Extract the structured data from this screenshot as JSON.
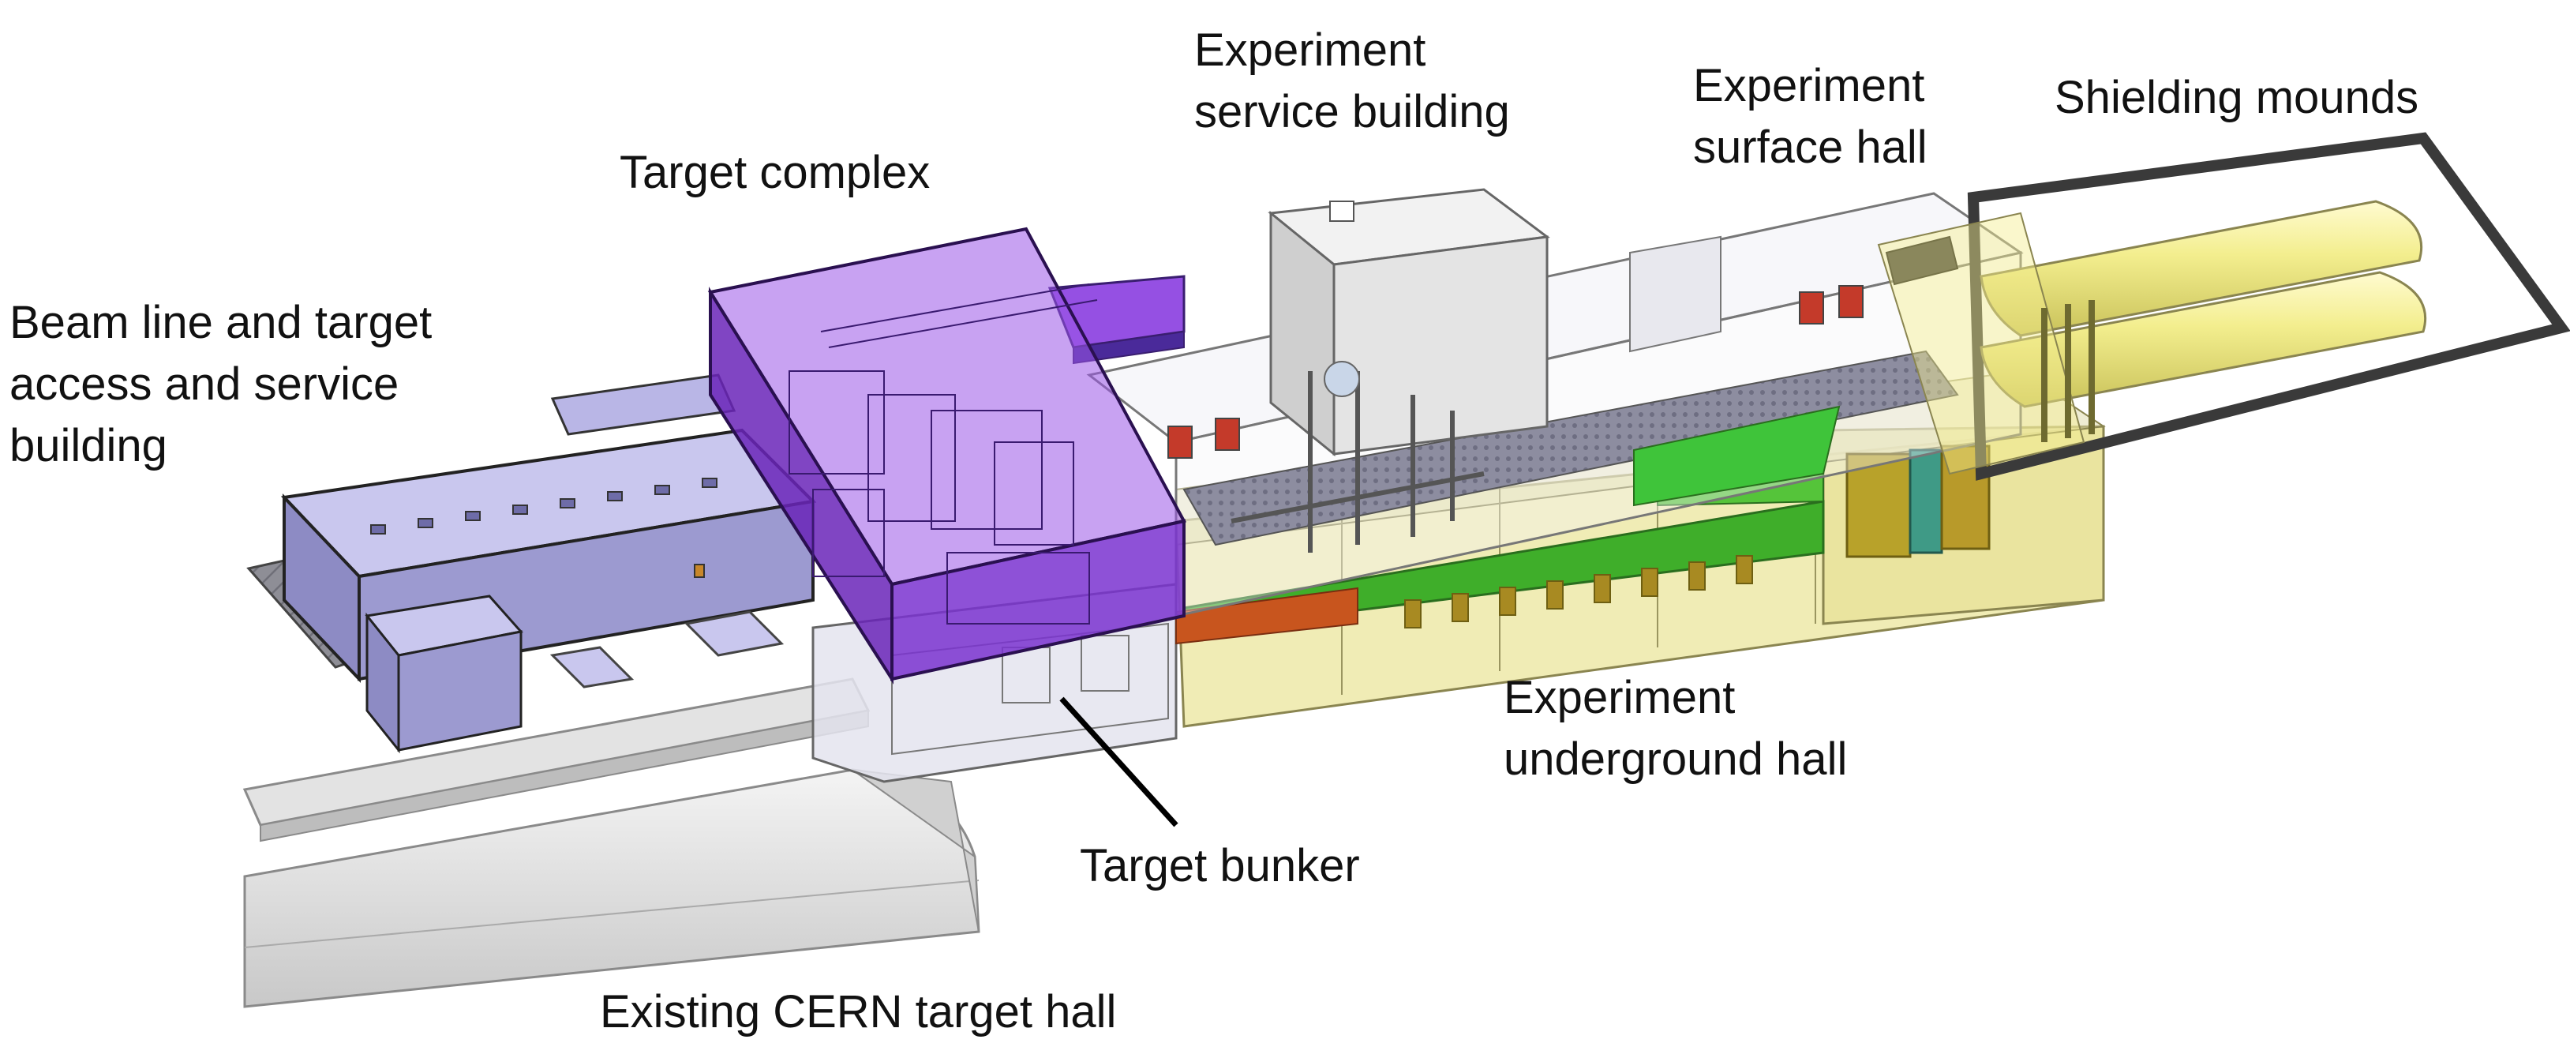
{
  "labels": {
    "beam_line": [
      "Beam line and target",
      "access and service",
      "building"
    ],
    "target_complex": "Target complex",
    "experiment_service": [
      "Experiment",
      "service building"
    ],
    "experiment_surface": [
      "Experiment",
      "surface hall"
    ],
    "shielding": "Shielding mounds",
    "experiment_underground": [
      "Experiment",
      "underground  hall"
    ],
    "target_bunker": "Target bunker",
    "cern_hall": "Existing CERN target hall"
  },
  "colors": {
    "target_complex": "#8a3de0",
    "underground_hall": "#ece7a2",
    "shielding": "#f3ee8e",
    "service_building": "#b9b6e6",
    "decay_vessel": "#3fae2a",
    "cern_hall": "#e6e6e6"
  }
}
